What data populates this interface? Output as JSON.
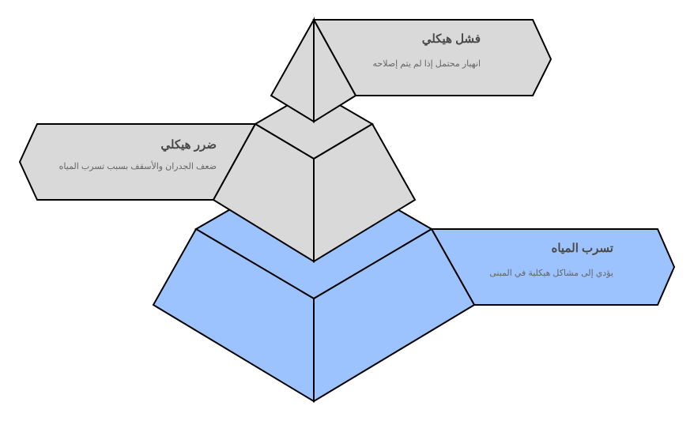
{
  "colors": {
    "gray_fill": "#d9d9d9",
    "blue_fill": "#9dc3fe",
    "stroke": "#000000",
    "title_text": "#4a4a4a",
    "desc_text": "#666666"
  },
  "pyramid": {
    "levels": [
      {
        "position": "top",
        "title": "فشل هيكلي",
        "description": "انهيار محتمل إذا لم يتم إصلاحه",
        "fill": "#d9d9d9",
        "label_side": "right"
      },
      {
        "position": "middle",
        "title": "ضرر هيكلي",
        "description": "ضعف الجدران والأسقف بسبب تسرب المياه",
        "fill": "#d9d9d9",
        "label_side": "left"
      },
      {
        "position": "bottom",
        "title": "تسرب المياه",
        "description": "يؤدي إلى مشاكل هيكلية في المبنى",
        "fill": "#9dc3fe",
        "label_side": "right"
      }
    ]
  }
}
